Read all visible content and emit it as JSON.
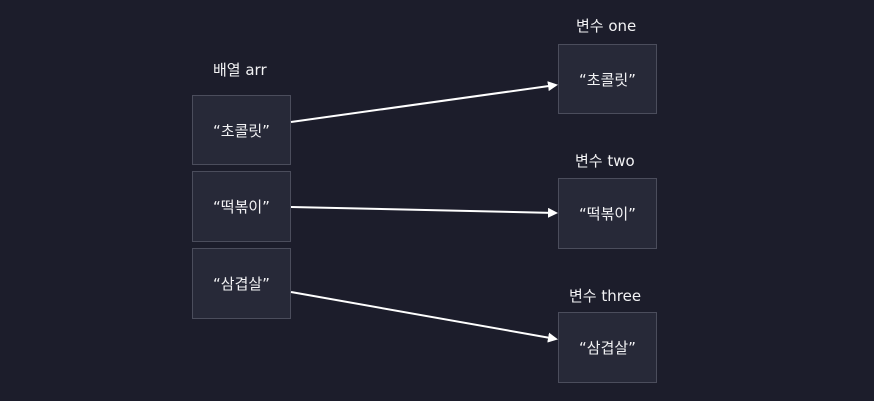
{
  "array": {
    "label": "배열 arr",
    "items": [
      "“초콜릿”",
      "“떡볶이”",
      "“삼겹살”"
    ]
  },
  "variables": [
    {
      "label": "변수 one",
      "value": "“초콜릿”"
    },
    {
      "label": "변수 two",
      "value": "“떡볶이”"
    },
    {
      "label": "변수 three",
      "value": "“삼겹살”"
    }
  ],
  "colors": {
    "background": "#1c1d2b",
    "box_fill": "#272938",
    "box_border": "#4b4d5c",
    "text": "#f2f2f4",
    "arrow": "#ffffff"
  }
}
